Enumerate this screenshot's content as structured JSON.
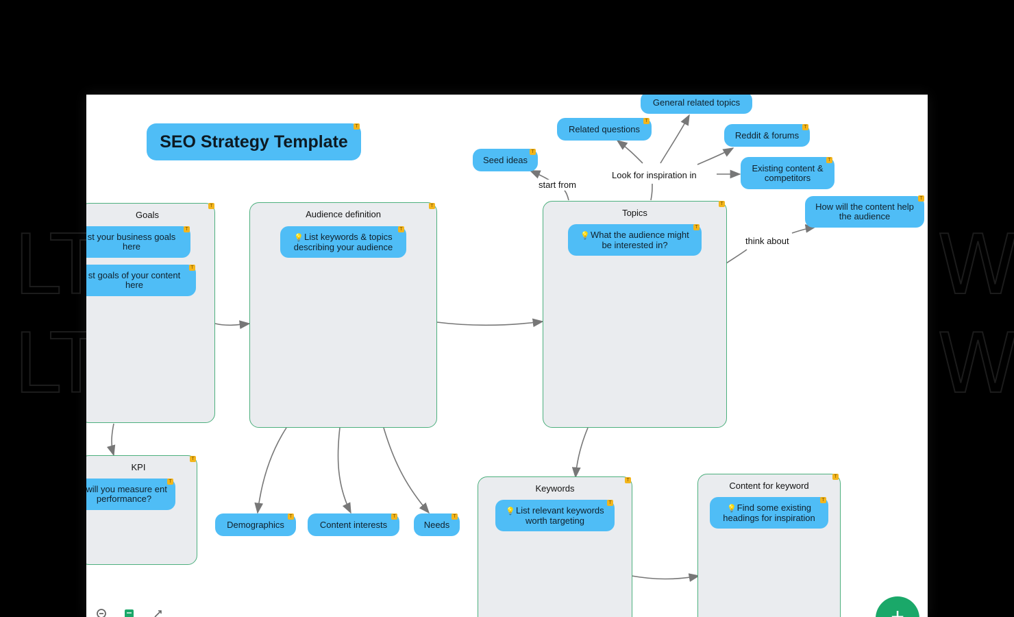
{
  "background": {
    "watermark_line1": "LT",
    "watermark_line2": "LT",
    "watermark_tail1": "W",
    "watermark_tail2": "W"
  },
  "title": {
    "text": "SEO Strategy Template"
  },
  "goals": {
    "title": "Goals",
    "items": [
      "st your business goals here",
      "st goals of your content here"
    ]
  },
  "kpi": {
    "title": "KPI",
    "items": [
      "/ will you measure ent performance?"
    ]
  },
  "audience": {
    "title": "Audience definition",
    "item": "List keywords & topics describing your audience",
    "children": [
      "Demographics",
      "Content interests",
      "Needs"
    ]
  },
  "topics": {
    "title": "Topics",
    "item": "What the audience might be interested in?"
  },
  "inspiration": {
    "start_label": "start from",
    "seed": "Seed ideas",
    "look_label": "Look for inspiration in",
    "sources": [
      "General related topics",
      "Related questions",
      "Reddit & forums",
      "Existing content & competitors"
    ]
  },
  "think": {
    "label": "think about",
    "item": "How will the content help the audience"
  },
  "keywords": {
    "title": "Keywords",
    "item": "List relevant keywords worth targeting"
  },
  "content_for_keyword": {
    "title": "Content for keyword",
    "item": "Find some existing headings for inspiration"
  },
  "badge": "T",
  "bulb_icon": "💡",
  "fab": {
    "label": "+"
  },
  "colors": {
    "pill": "#4fbdf6",
    "box": "#eaecef",
    "box_border": "#4caf7d",
    "badge": "#f3b51c",
    "fab": "#1aa869",
    "link": "#777777"
  }
}
